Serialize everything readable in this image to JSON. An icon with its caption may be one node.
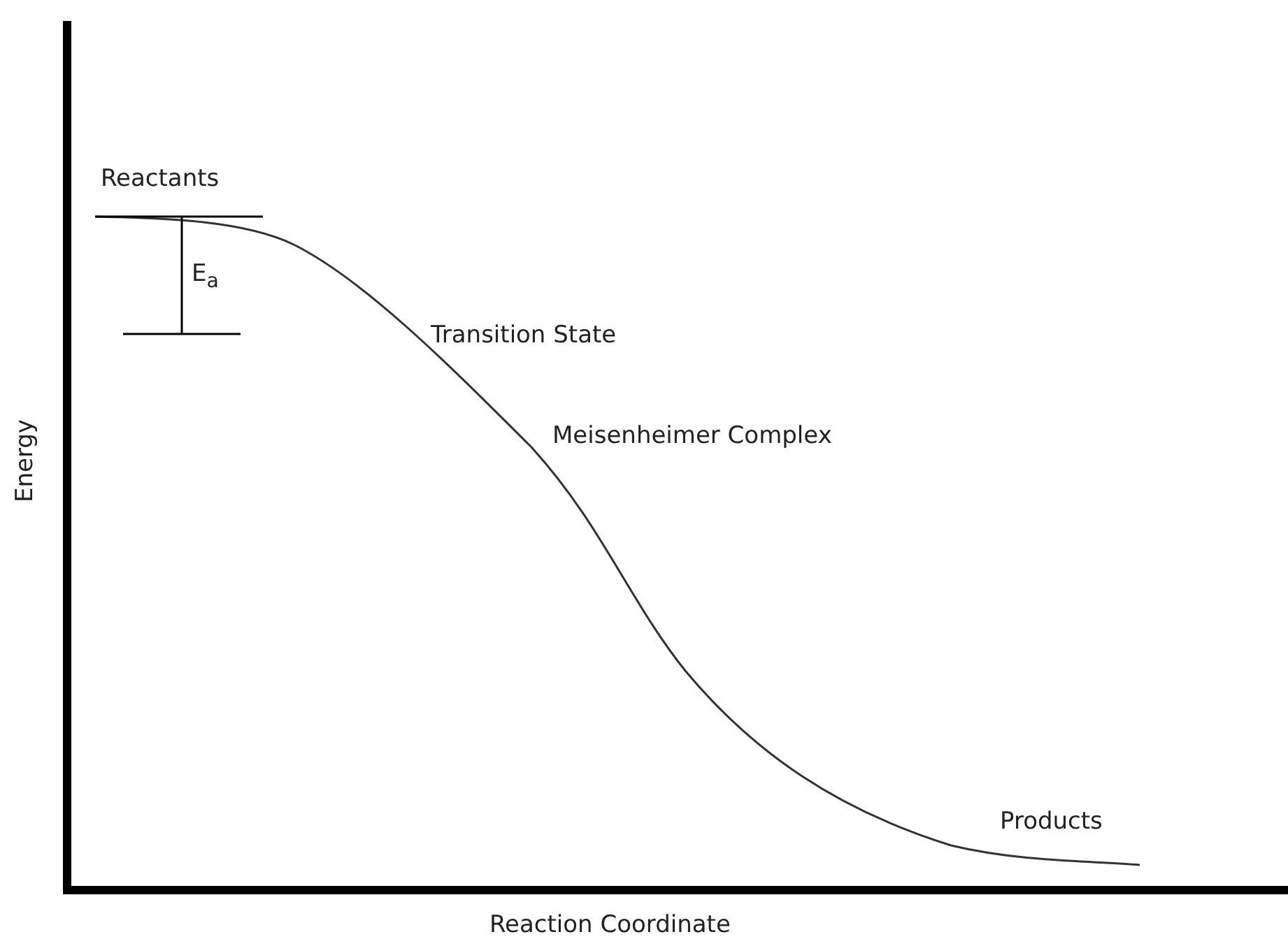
{
  "diagram": {
    "labels": [
      "Reactants",
      "E$_{a}$",
      "Transition State",
      "Energy",
      "Meisenheimer Complex",
      "Products",
      "Reaction Coordinate"
    ]
  }
}
